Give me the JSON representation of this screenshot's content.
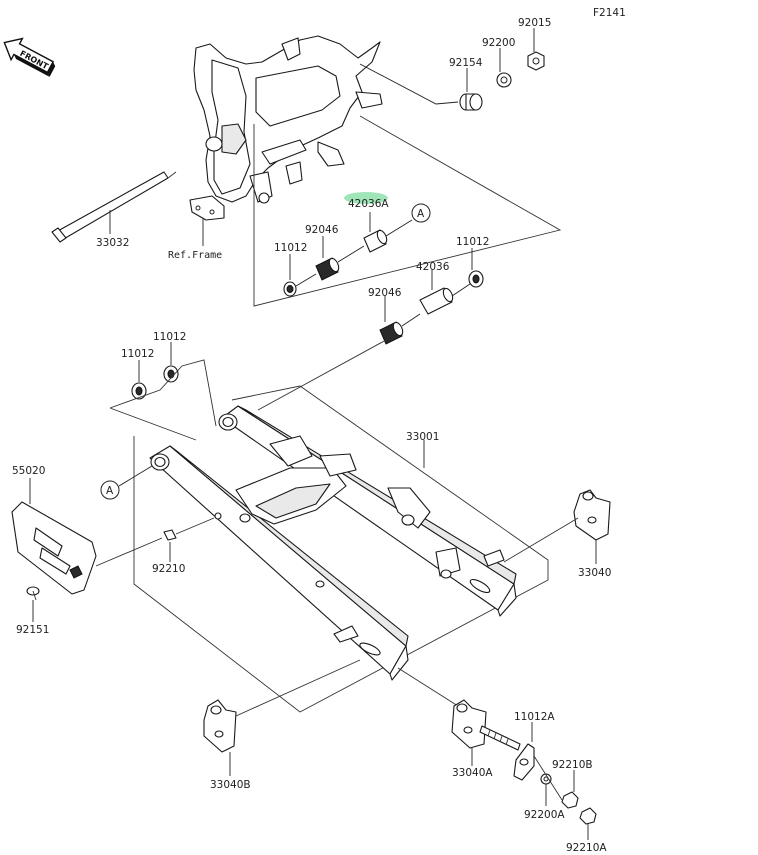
{
  "diagram_code": "F2141",
  "front_label": "FRONT",
  "ref_frame_label": "Ref.Frame",
  "callout_letter": "A",
  "part_labels": {
    "p92015": "92015",
    "p92200": "92200",
    "p92154": "92154",
    "p33032": "33032",
    "p42036A": "42036A",
    "p92046_top": "92046",
    "p11012_top_left": "11012",
    "p11012_top_right": "11012",
    "p42036": "42036",
    "p92046_mid": "92046",
    "p11012_a": "11012",
    "p11012_b": "11012",
    "p33001": "33001",
    "p55020": "55020",
    "p92210": "92210",
    "p92151": "92151",
    "p33040": "33040",
    "p11012A": "11012A",
    "p92210B": "92210B",
    "p92200A": "92200A",
    "p92210A": "92210A",
    "p33040A": "33040A",
    "p33040B": "33040B"
  },
  "colors": {
    "highlight": "#8fe0ac",
    "ink": "#1a1a1a"
  }
}
